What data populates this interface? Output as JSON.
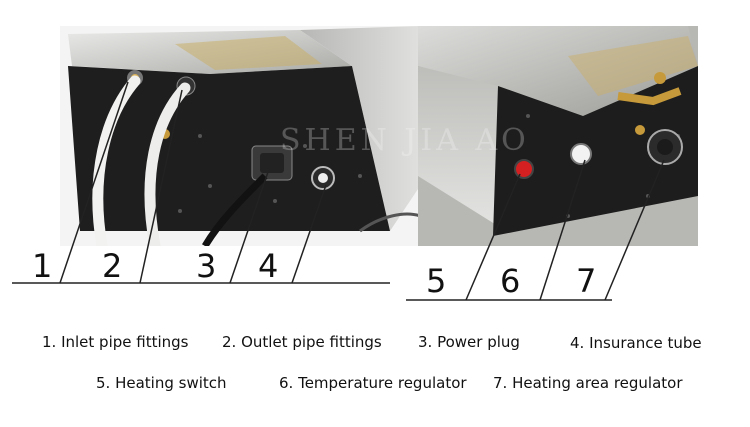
{
  "watermark": "SHEN JIA AO",
  "callouts": [
    {
      "number": "1",
      "label": "1. Inlet pipe fittings"
    },
    {
      "number": "2",
      "label": "2. Outlet pipe fittings"
    },
    {
      "number": "3",
      "label": "3. Power plug"
    },
    {
      "number": "4",
      "label": "4. Insurance tube"
    },
    {
      "number": "5",
      "label": "5. Heating switch"
    },
    {
      "number": "6",
      "label": "6. Temperature regulator"
    },
    {
      "number": "7",
      "label": "7. Heating area regulator"
    }
  ]
}
